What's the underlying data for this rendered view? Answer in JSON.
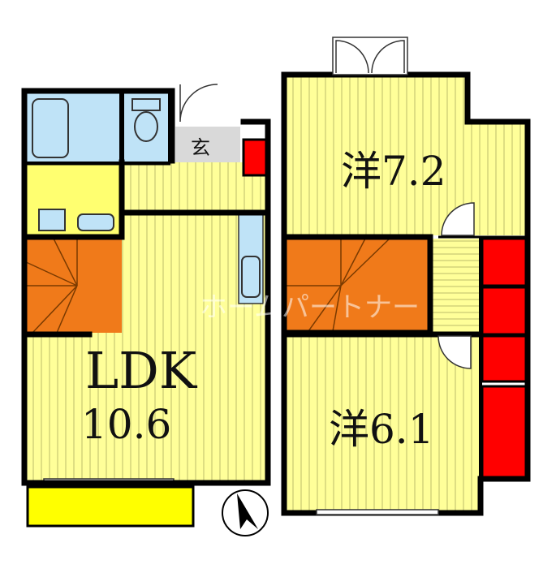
{
  "rooms": {
    "ldk": {
      "name": "LDK",
      "size": "10.6"
    },
    "western_upper": {
      "label": "洋7.2"
    },
    "western_lower": {
      "label": "洋6.1"
    },
    "entrance": {
      "label": "玄"
    }
  },
  "watermark": {
    "text": "ホームパートナー"
  },
  "colors": {
    "floor_stripe_bg": "#ffff99",
    "floor_stripe_line": "#c8c870",
    "wet_area": "#bfe3f7",
    "kitchen_floor": "#ffff70",
    "stairs": "#f07a1a",
    "closet": "#ff0000",
    "balcony": "#ffff00",
    "entrance_floor": "#d9d9d9",
    "wall": "#000000"
  },
  "icons": {
    "compass": "north-arrow-icon"
  }
}
